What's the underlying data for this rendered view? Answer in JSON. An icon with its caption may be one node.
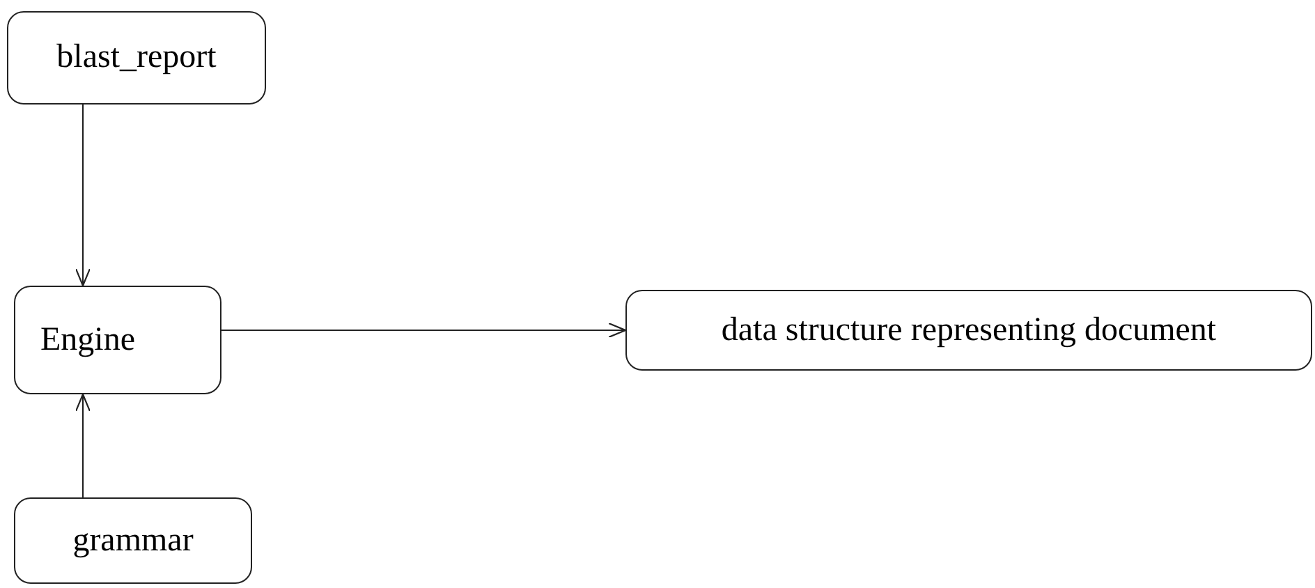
{
  "diagram": {
    "nodes": [
      {
        "text": [
          "blast_report"
        ]
      },
      {
        "text": [
          "Engine"
        ]
      },
      {
        "text": [
          "data structure representing document"
        ]
      },
      {
        "text": [
          "grammar"
        ]
      }
    ],
    "edges": [
      {
        "from": 0,
        "to": 1,
        "arrow": "to"
      },
      {
        "from": 1,
        "to": 2,
        "arrow": "to"
      },
      {
        "from": 3,
        "to": 1,
        "arrow": "to"
      }
    ]
  }
}
